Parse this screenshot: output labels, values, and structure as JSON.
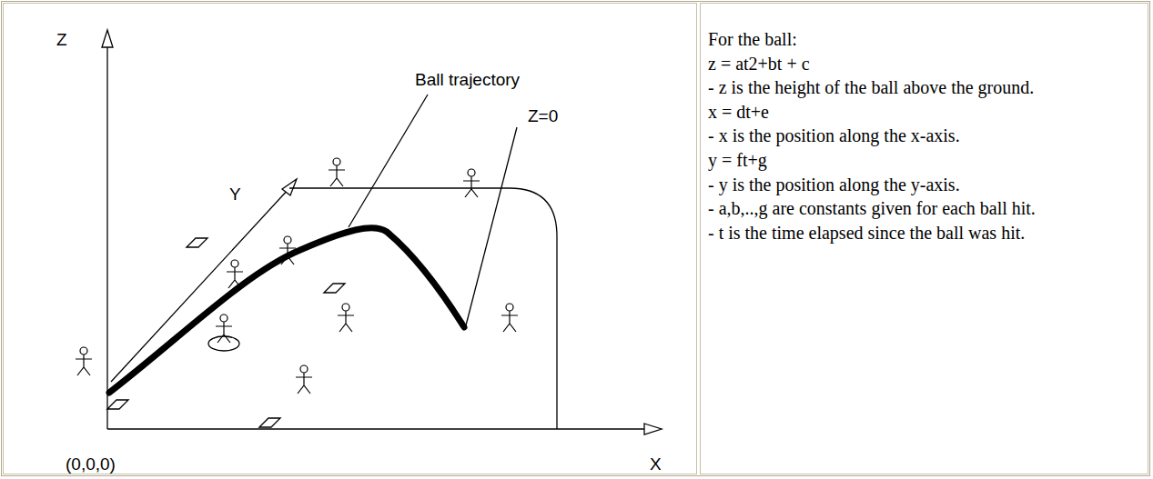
{
  "diagram": {
    "labels": [
      "Z",
      "Y",
      "Ball trajectory",
      "Z=0",
      "(0,0,0)",
      "X",
      "For the ball:",
      "z = at2+bt + c",
      "- z is the height of the ball above the ground.",
      "x = dt+e",
      "- x is the position along the x-axis.",
      "y = ft+g",
      "- y is the position along the y-axis.",
      "- a,b,..,g are constants given for each ball hit.",
      "- t is the time elapsed since the ball was hit."
    ]
  }
}
